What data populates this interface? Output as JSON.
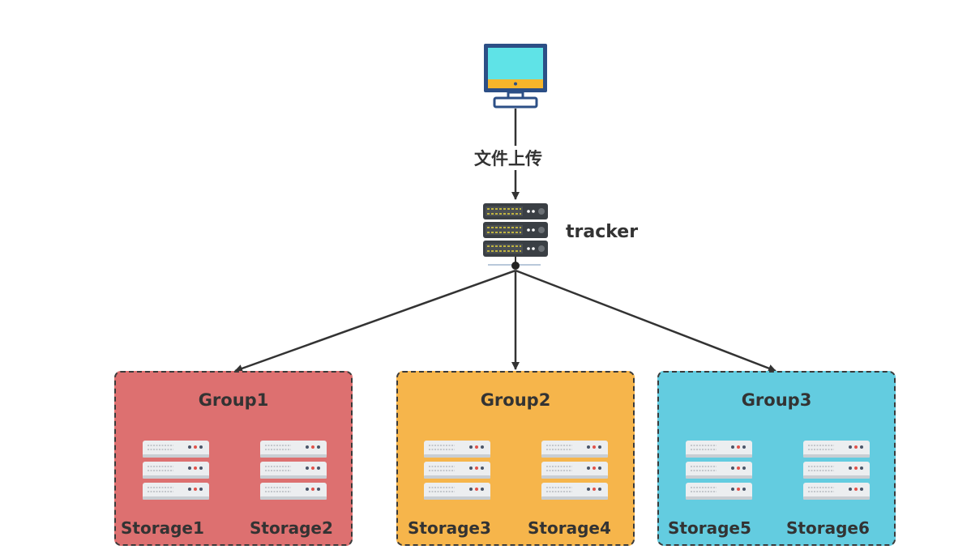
{
  "diagram": {
    "client_icon": "computer-monitor-icon",
    "upload_label": "文件上传",
    "tracker_icon": "server-rack-icon",
    "tracker_label": "tracker",
    "groups": [
      {
        "name": "Group1",
        "color": "#dd7070",
        "storages": [
          "Storage1",
          "Storage2"
        ]
      },
      {
        "name": "Group2",
        "color": "#f6b54b",
        "storages": [
          "Storage3",
          "Storage4"
        ]
      },
      {
        "name": "Group3",
        "color": "#63cce0",
        "storages": [
          "Storage5",
          "Storage6"
        ]
      }
    ],
    "storage_icon": "server-icon"
  }
}
